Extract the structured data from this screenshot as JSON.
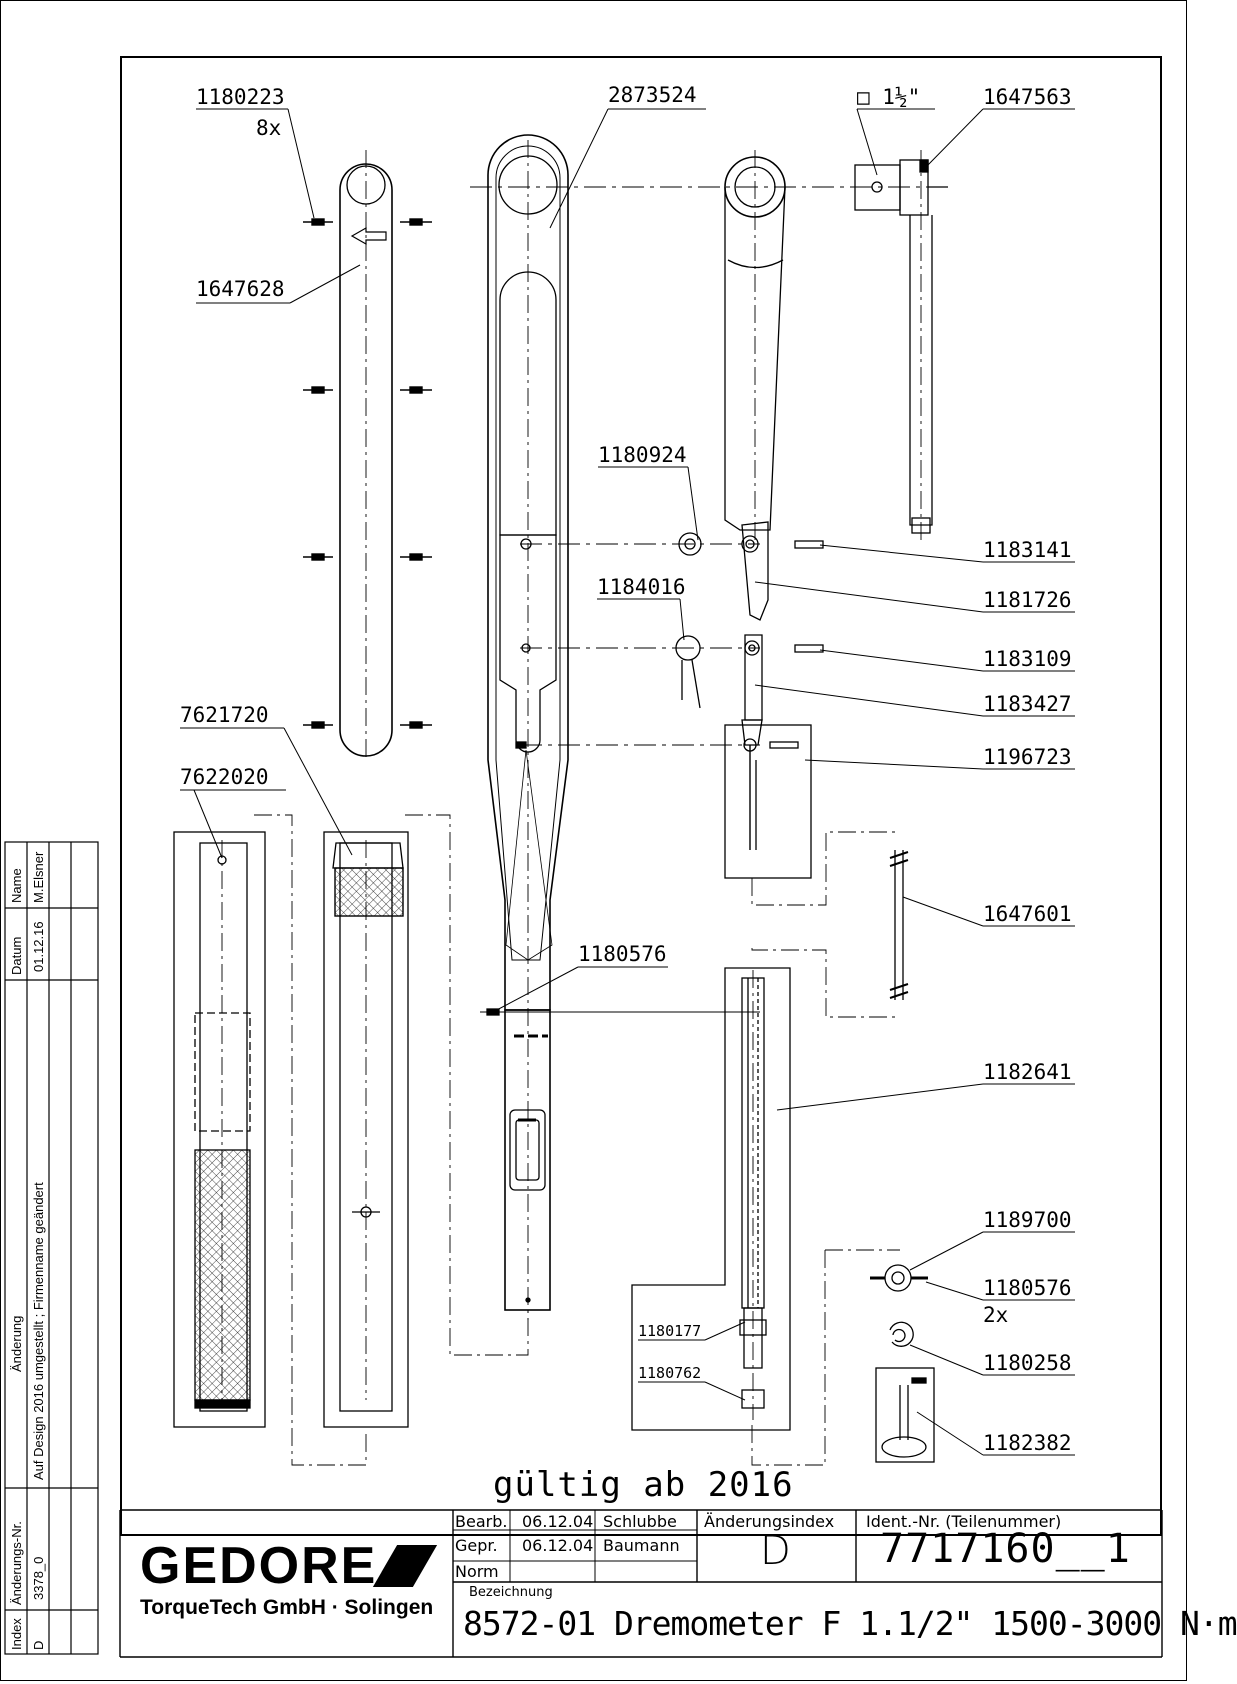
{
  "parts": {
    "p1180223": "1180223",
    "p1180223_qty": "8x",
    "p1647628": "1647628",
    "p2873524": "2873524",
    "square_size": "□ 1½\"",
    "p1647563": "1647563",
    "p1180924": "1180924",
    "p1183141": "1183141",
    "p1184016": "1184016",
    "p1181726": "1181726",
    "p1183109": "1183109",
    "p1183427": "1183427",
    "p7621720": "7621720",
    "p1196723": "1196723",
    "p7622020": "7622020",
    "p1647601": "1647601",
    "p1180576a": "1180576",
    "p1182641": "1182641",
    "p1189700": "1189700",
    "p1180576b": "1180576",
    "p1180576b_qty": "2x",
    "p1180177": "1180177",
    "p1180258": "1180258",
    "p1180762": "1180762",
    "p1182382": "1182382"
  },
  "validity": "gültig ab 2016",
  "title_block": {
    "company": "GEDORE",
    "company_sub": "TorqueTech GmbH · Solingen",
    "bearb_label": "Bearb.",
    "bearb_date": "06.12.04",
    "bearb_name": "Schlubbe",
    "gepr_label": "Gepr.",
    "gepr_date": "06.12.04",
    "gepr_name": "Baumann",
    "norm_label": "Norm",
    "change_index_label": "Änderungsindex",
    "change_index": "D",
    "ident_label": "Ident.-Nr.  (Teilenummer)",
    "ident_number": "7717160__1",
    "designation_label": "Bezeichnung",
    "designation": "8572-01 Dremometer F 1.1/2\"  1500-3000 N·m"
  },
  "revision_table": {
    "h_index": "Index",
    "h_change_no": "Änderungs-Nr.",
    "h_change": "Änderung",
    "h_date": "Datum",
    "h_name": "Name",
    "index": "D",
    "change_no": "3378_0",
    "change": "Auf Design 2016 umgestellt ; Firmenname geändert",
    "date": "01.12.16",
    "name": "M.Elsner"
  }
}
